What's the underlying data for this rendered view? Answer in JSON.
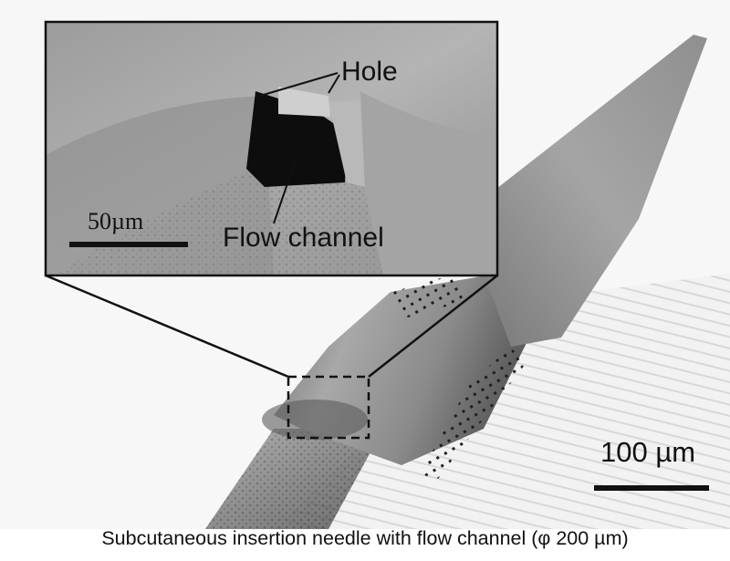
{
  "inset": {
    "hole_label": "Hole",
    "flow_channel_label": "Flow channel",
    "scale_label": "50µm"
  },
  "main": {
    "scale_label": "100 µm"
  },
  "caption": "Subcutaneous insertion needle with flow channel (φ 200 µm)",
  "colors": {
    "background": "#ffffff",
    "sem_dark": "#3a3a3a",
    "sem_mid": "#8c8c8c",
    "sem_light": "#c8c8c8",
    "ink": "#111111"
  }
}
